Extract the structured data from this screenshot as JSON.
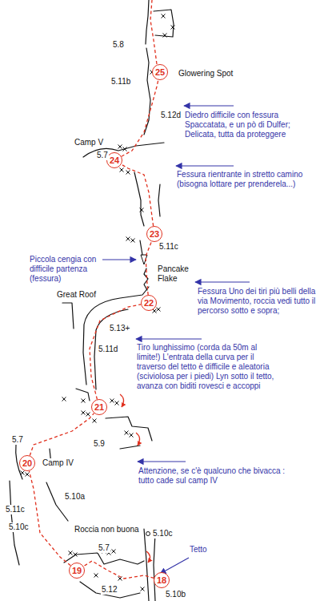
{
  "diagram": {
    "nodes": [
      {
        "text": [
          "25"
        ]
      },
      {
        "text": [
          "24"
        ]
      },
      {
        "text": [
          "23"
        ]
      },
      {
        "text": [
          "22"
        ]
      },
      {
        "text": [
          "21"
        ]
      },
      {
        "text": [
          "20"
        ]
      },
      {
        "text": [
          "19"
        ]
      },
      {
        "text": [
          "18"
        ]
      }
    ],
    "edges": [
      {
        "from": 7,
        "to": 6,
        "arrow": "none"
      },
      {
        "from": 6,
        "to": 5,
        "arrow": "none"
      },
      {
        "from": 5,
        "to": 4,
        "arrow": "none"
      },
      {
        "from": 4,
        "to": 3,
        "arrow": "none"
      },
      {
        "from": 3,
        "to": 2,
        "arrow": "none"
      },
      {
        "from": 2,
        "to": 1,
        "arrow": "none"
      },
      {
        "from": 1,
        "to": 0,
        "arrow": "none"
      }
    ],
    "labels": [
      "5.8",
      "5.11b",
      "Glowering Spot",
      "5.12d",
      "Diedro difficile con fessura Spaccatata, e un pò di Dulfer; Delicata, tutta da proteggere",
      "Camp V",
      "5.7",
      "Fessura rientrante in stretto camino (bisogna lottare per prenderela...)",
      "5.11c",
      "Piccola cengia con difficile partenza (fessura)",
      "Pancake Flake",
      "Great Roof",
      "Fessura Uno dei tiri più belli della via Movimento, roccia vedi tutto il percorso sotto e sopra;",
      "5.13+",
      "5.11d",
      "Tiro lunghissimo (corda da 50m al limite!) L'entrata della curva per il traverso del tetto è difficile e aleatoria (sciviolosa per i piedi) Lyn sotto il tetto, avanza con biditi rovesci e accoppi",
      "5.9",
      "5.7",
      "Camp IV",
      "Attenzione, se c'è qualcuno che bivacca : tutto cade sul camp IV",
      "5.10a",
      "5.11c",
      "5.10c",
      "Roccia non buona",
      "5.10c",
      "5.7",
      "Tetto",
      "5.12",
      "5.10b"
    ]
  }
}
